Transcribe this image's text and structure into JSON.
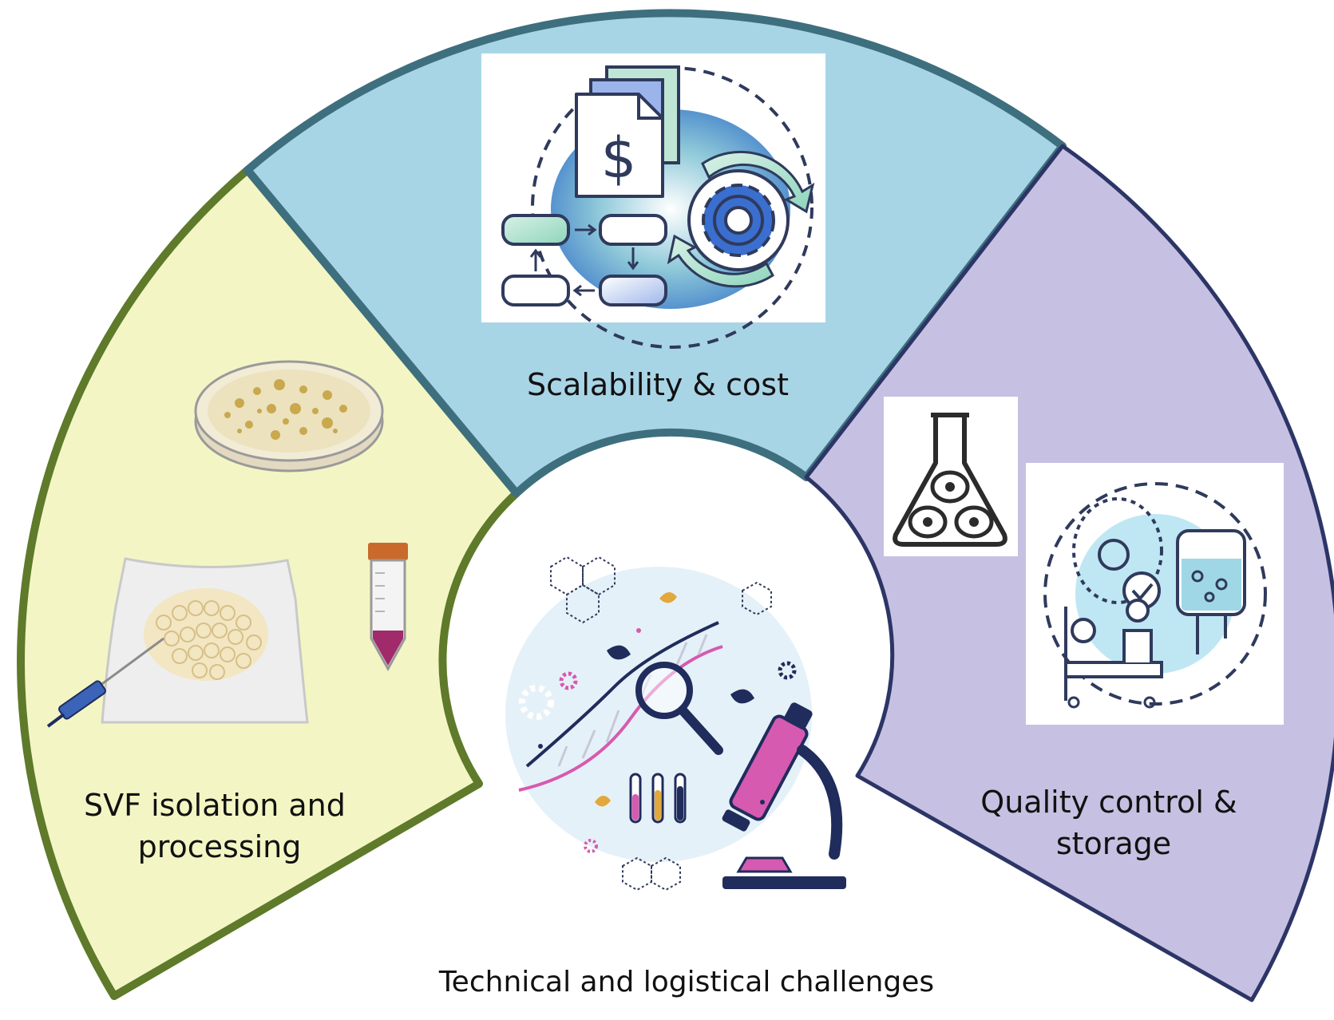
{
  "diagram": {
    "caption": "Technical and logistical challenges",
    "colors": {
      "yellow_fill": "#f3f6c4",
      "yellow_stroke": "#5e7a2a",
      "blue_fill": "#a8d5e6",
      "blue_stroke": "#3e6f7e",
      "purple_fill": "#c6c0e2",
      "purple_stroke": "#2c3566",
      "accent_pink": "#d65ab0",
      "accent_orange": "#e3a83c",
      "accent_navy": "#1f2c5c"
    },
    "segments": [
      {
        "label_lines": [
          "SVF isolation and",
          "processing"
        ]
      },
      {
        "label_lines": [
          "Scalability & cost"
        ]
      },
      {
        "label_lines": [
          "Quality control &",
          "storage"
        ]
      }
    ],
    "icons": {
      "currency_symbol": "$"
    }
  }
}
